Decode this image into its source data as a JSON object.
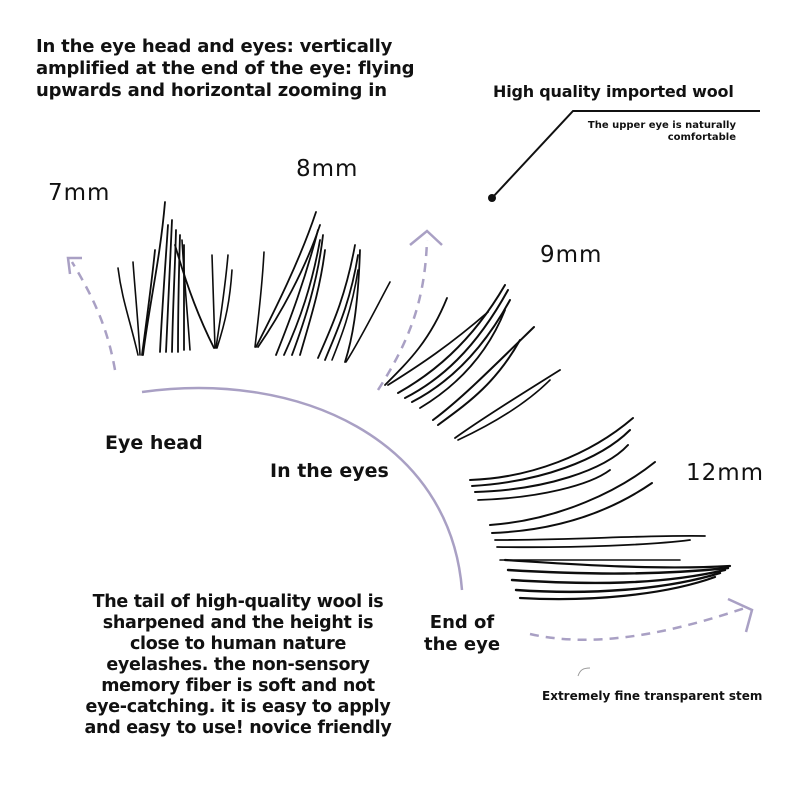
{
  "headline": {
    "lines": [
      "In the eye head and eyes: vertically",
      "amplified at the end of the eye: flying",
      "upwards and horizontal zooming in"
    ]
  },
  "feature_callout": {
    "title": "High quality imported wool",
    "subtitle_lines": [
      "The upper eye is naturally",
      "comfortable"
    ]
  },
  "lengths": [
    {
      "label": "7mm"
    },
    {
      "label": "8mm"
    },
    {
      "label": "9mm"
    },
    {
      "label": "12mm"
    }
  ],
  "zones": {
    "eye_head": "Eye head",
    "in_the_eyes": "In the eyes",
    "end_of_eye_lines": [
      "End of",
      "the eye"
    ]
  },
  "description": {
    "lines": [
      "The tail of high-quality wool is",
      "sharpened and the height is",
      "close to human nature",
      "eyelashes. the non-sensory",
      "memory fiber is soft and not",
      "eye-catching. it is easy to apply",
      "and easy to use! novice friendly"
    ]
  },
  "stem_note": "Extremely fine transparent stem",
  "colors": {
    "accent_arc": "#a9a0c4",
    "text": "#111111",
    "lash": "#0d0d0d",
    "background": "#ffffff"
  }
}
